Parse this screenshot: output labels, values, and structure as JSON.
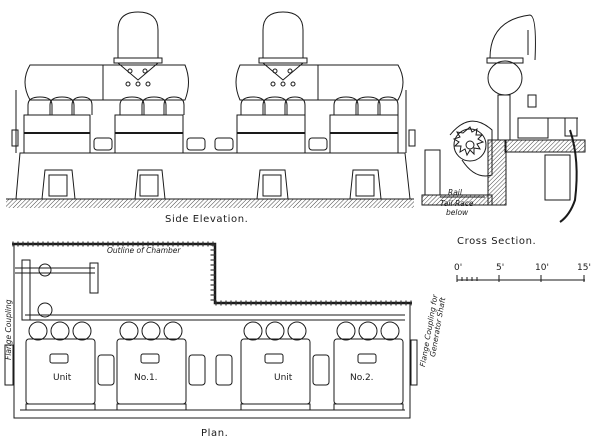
{
  "drawing": {
    "views": {
      "side_elevation": {
        "title": "Side Elevation."
      },
      "cross_section": {
        "title": "Cross Section.",
        "labels": {
          "rail": "Rail",
          "tail_race": "Tail Race",
          "tail_race_sub": "below"
        }
      },
      "plan": {
        "title": "Plan.",
        "labels": {
          "outline": "Outline of Chamber",
          "flange_left": "Flange Coupling",
          "flange_right_1": "Flange Coupling for",
          "flange_right_2": "Generator Shaft"
        },
        "units": [
          {
            "label": "Unit"
          },
          {
            "label": "No.1."
          },
          {
            "label": "Unit"
          },
          {
            "label": "No.2."
          }
        ]
      }
    },
    "scale_bar": {
      "ticks": [
        "0'",
        "5'",
        "10'",
        "15'"
      ]
    },
    "colors": {
      "ink": "#1a1a1a",
      "paper": "#ffffff",
      "hatch": "#555555"
    }
  }
}
